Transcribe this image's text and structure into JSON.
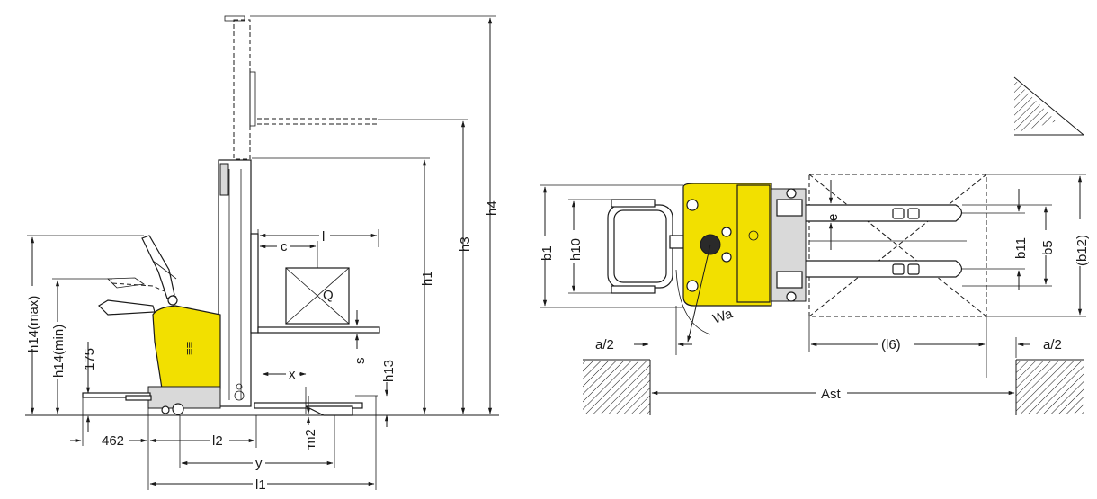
{
  "side_view": {
    "labels": {
      "h4": "h4",
      "h3": "h3",
      "h1": "h1",
      "h13": "h13",
      "h14_max": "h14(max)",
      "h14_min": "h14(min)",
      "c": "c",
      "l": "l",
      "Q": "Q",
      "s": "s",
      "x": "x",
      "dim_175": "175",
      "dim_462": "462",
      "l2": "l2",
      "m2": "m2",
      "y": "y",
      "l1": "l1"
    }
  },
  "top_view": {
    "labels": {
      "b1": "b1",
      "h10": "h10",
      "e": "e",
      "b11": "b11",
      "b5": "b5",
      "b12": "(b12)",
      "Wa": "Wa",
      "a2_left": "a/2",
      "a2_right": "a/2",
      "l6": "(l6)",
      "Ast": "Ast"
    }
  }
}
